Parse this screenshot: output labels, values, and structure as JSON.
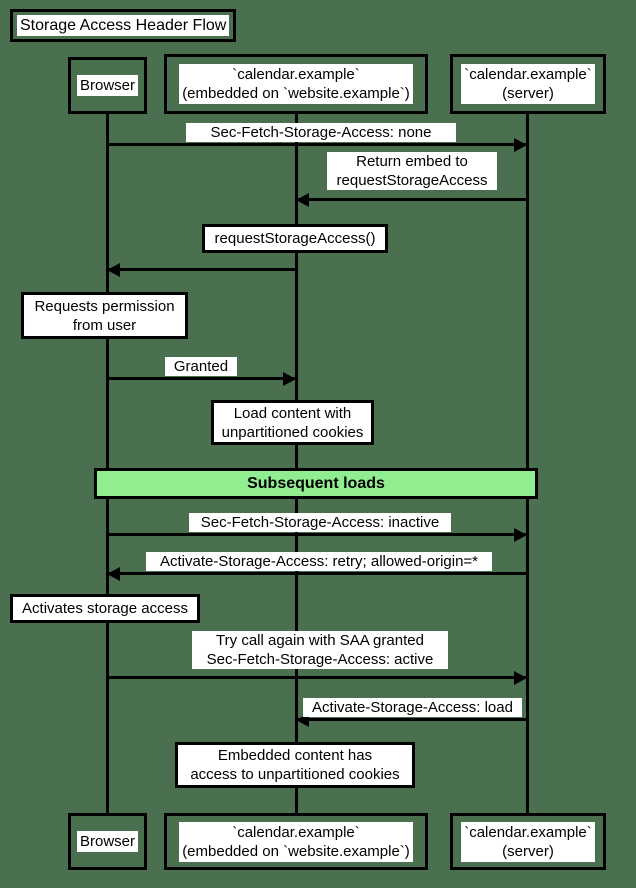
{
  "diagram": {
    "type": "sequence-diagram",
    "title": "Storage Access Header Flow",
    "background_color": "#4a7050",
    "accent_color": "#90ee90",
    "line_color": "#000000",
    "box_fill": "#ffffff"
  },
  "participants": [
    {
      "id": "browser",
      "label": "Browser"
    },
    {
      "id": "embedded",
      "label": "`calendar.example`\n(embedded on `website.example`)"
    },
    {
      "id": "server",
      "label": "`calendar.example`\n(server)"
    }
  ],
  "messages": [
    {
      "id": "m1",
      "label": "Sec-Fetch-Storage-Access: none",
      "from": "browser",
      "to": "server",
      "direction": "right"
    },
    {
      "id": "m2",
      "label": "Return embed to\nrequestStorageAccess",
      "from": "server",
      "to": "embedded",
      "direction": "left"
    },
    {
      "id": "m3",
      "label": "requestStorageAccess()",
      "from": "embedded",
      "to": "browser",
      "direction": "left",
      "note": true
    },
    {
      "id": "m4",
      "label": "Granted",
      "from": "browser",
      "to": "embedded",
      "direction": "right"
    },
    {
      "id": "m5",
      "label": "Sec-Fetch-Storage-Access: inactive",
      "from": "browser",
      "to": "server",
      "direction": "right"
    },
    {
      "id": "m6",
      "label": "Activate-Storage-Access: retry; allowed-origin=*",
      "from": "server",
      "to": "browser",
      "direction": "left"
    },
    {
      "id": "m7",
      "label": "Try call again with SAA granted\nSec-Fetch-Storage-Access: active",
      "from": "browser",
      "to": "server",
      "direction": "right"
    },
    {
      "id": "m8",
      "label": "Activate-Storage-Access: load",
      "from": "server",
      "to": "embedded",
      "direction": "left"
    }
  ],
  "notes": [
    {
      "id": "n1",
      "label": "requestStorageAccess()",
      "over": "embedded"
    },
    {
      "id": "n2",
      "label": "Requests permission\nfrom user",
      "over": "browser"
    },
    {
      "id": "n3",
      "label": "Load content with\nunpartitioned cookies",
      "over": "embedded"
    },
    {
      "id": "n4",
      "label": "Activates storage access",
      "over": "browser"
    },
    {
      "id": "n5",
      "label": "Embedded content has\naccess to unpartitioned cookies",
      "over": "embedded"
    }
  ],
  "band": {
    "label": "Subsequent loads",
    "color": "#90ee90"
  }
}
